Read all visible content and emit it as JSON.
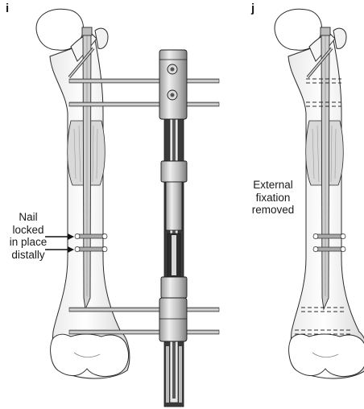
{
  "panels": {
    "left": {
      "label": "i"
    },
    "right": {
      "label": "j"
    }
  },
  "annotations": {
    "nail": [
      "Nail",
      "locked",
      "in place",
      "distally"
    ],
    "external": [
      "External",
      "fixation",
      "removed"
    ]
  },
  "colors": {
    "bone_fill": "#f4f4f4",
    "line": "#2a2a2a",
    "metal_light": "#c8c8c8",
    "metal_dark": "#3a3a3a"
  }
}
